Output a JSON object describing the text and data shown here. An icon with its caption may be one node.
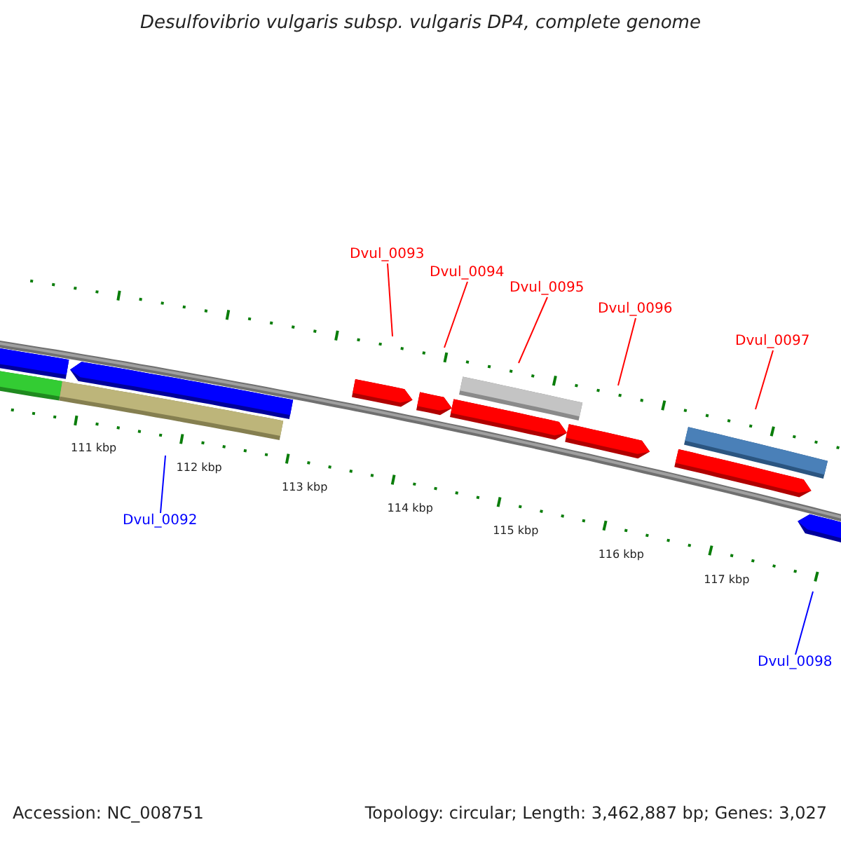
{
  "diagram": {
    "title": "Desulfovibrio vulgaris subsp. vulgaris DP4, complete genome",
    "nodes": [
      {
        "text": [
          "Dvul_0093"
        ]
      },
      {
        "text": [
          "Dvul_0094"
        ]
      },
      {
        "text": [
          "Dvul_0095"
        ]
      },
      {
        "text": [
          "Dvul_0096"
        ]
      },
      {
        "text": [
          "Dvul_0097"
        ]
      },
      {
        "text": [
          "Dvul_0092"
        ]
      },
      {
        "text": [
          "Dvul_0098"
        ]
      }
    ],
    "edges": [
      {
        "from": 0,
        "to": null,
        "arrow": "none"
      },
      {
        "from": 1,
        "to": null,
        "arrow": "none"
      },
      {
        "from": 2,
        "to": null,
        "arrow": "none"
      },
      {
        "from": 3,
        "to": null,
        "arrow": "none"
      },
      {
        "from": 4,
        "to": null,
        "arrow": "none"
      },
      {
        "from": 5,
        "to": null,
        "arrow": "none",
        "color": "#0000ff"
      },
      {
        "from": 6,
        "to": null,
        "arrow": "none",
        "color": "#0000ff"
      }
    ],
    "labels": [
      "111 kbp",
      "112 kbp",
      "113 kbp",
      "114 kbp",
      "115 kbp",
      "116 kbp",
      "117 kbp",
      "Accession: NC_008751",
      "Topology: circular; Length: 3,462,887 bp; Genes: 3,027"
    ]
  }
}
